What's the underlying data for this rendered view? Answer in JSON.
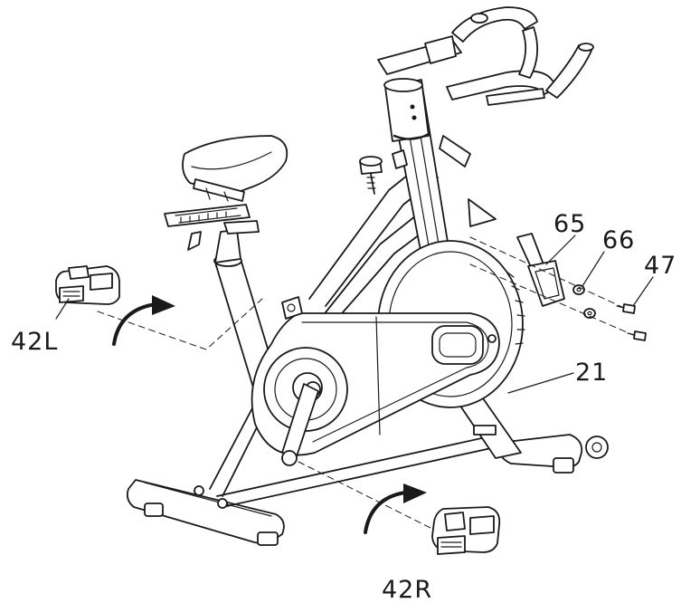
{
  "labels": {
    "pedal_left": "42L",
    "pedal_right": "42R",
    "part_21": "21",
    "part_65": "65",
    "part_66": "66",
    "part_47": "47"
  }
}
